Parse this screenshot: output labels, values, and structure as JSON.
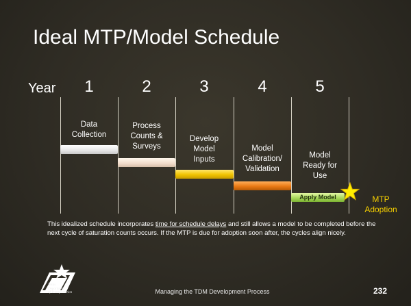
{
  "slide": {
    "title": "Ideal MTP/Model Schedule",
    "year_label": "Year",
    "years": [
      "1",
      "2",
      "3",
      "4",
      "5"
    ],
    "phases": [
      {
        "label_lines": [
          "Data",
          "Collection"
        ],
        "color": "#f0f0f0"
      },
      {
        "label_lines": [
          "Process",
          "Counts &",
          "Surveys"
        ],
        "color": "#f1dccb"
      },
      {
        "label_lines": [
          "Develop",
          "Model",
          "Inputs"
        ],
        "color": "#f0c300"
      },
      {
        "label_lines": [
          "Model",
          "Calibration/",
          "Validation"
        ],
        "color": "#ea7a15"
      },
      {
        "label_lines": [
          "Model",
          "Ready for",
          "Use"
        ],
        "color": "#a8d85b"
      }
    ],
    "apply_model_label": "Apply Model",
    "milestone_lines": [
      "MTP",
      "Adoption"
    ],
    "milestone_color": "#f5cf00",
    "description": {
      "before": "This idealized schedule incorporates ",
      "underlined": "time for schedule delays",
      "after": " and still allows a model to be completed before the next cycle of saturation counts occurs. If the MTP is due for adoption soon after, the cycles align nicely."
    },
    "logo_text_lines": [
      "Texas",
      "Department",
      "of Transportation"
    ],
    "footer_text": "Managing the TDM Development Process",
    "page_number": "232"
  }
}
